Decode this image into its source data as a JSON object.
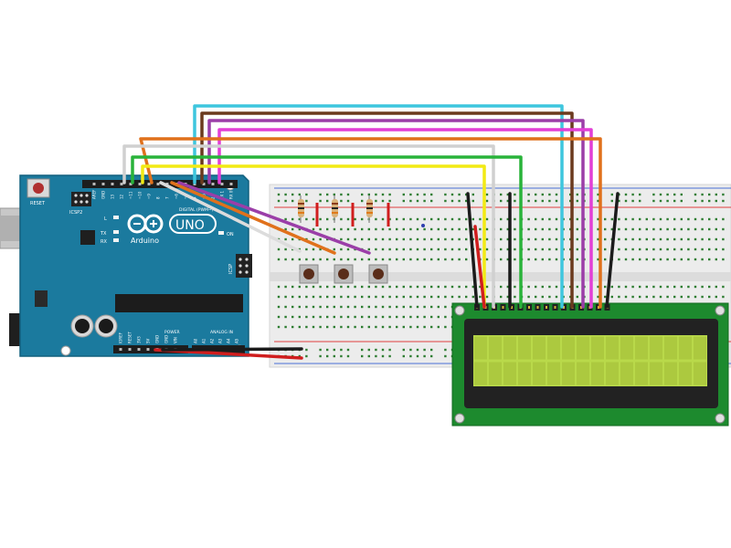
{
  "arduino": {
    "reset_label": "RESET",
    "icsp2_label": "ICSP2",
    "icsp_label": "ICSP",
    "l_label": "L",
    "tx_label": "TX",
    "rx_label": "RX",
    "on_label": "ON",
    "uno_label": "UNO",
    "brand_label": "Arduino",
    "digital_label": "DIGITAL (PWM~)",
    "power_label": "POWER",
    "analog_label": "ANALOG IN",
    "top_pins": [
      "AREF",
      "GND",
      "13",
      "12",
      "~11",
      "~10",
      "~9",
      "8",
      "7",
      "~6",
      "~5",
      "4",
      "~3",
      "2",
      "TX 1",
      "RX 0"
    ],
    "power_pins": [
      "IOREF",
      "RESET",
      "3V3",
      "5V",
      "GND",
      "GND",
      "VIN"
    ],
    "analog_pins": [
      "A0",
      "A1",
      "A2",
      "A3",
      "A4",
      "A5"
    ]
  },
  "colors": {
    "board": "#1b7a9e",
    "board_dark": "#145f7c",
    "breadboard": "#e9e9e9",
    "hole": "#2e7d32",
    "lcd_pcb": "#1d8a2e",
    "lcd_screen": "#b9d94a",
    "wire_cyan": "#3ec6de",
    "wire_brown": "#6b3a1e",
    "wire_purple": "#9b3ea8",
    "wire_magenta": "#e23fd6",
    "wire_orange": "#e0711c",
    "wire_white": "#dcdcdc",
    "wire_green": "#29b33a",
    "wire_yellow": "#f2ea14",
    "wire_red": "#d01e1e",
    "wire_black": "#1b1b1b"
  }
}
